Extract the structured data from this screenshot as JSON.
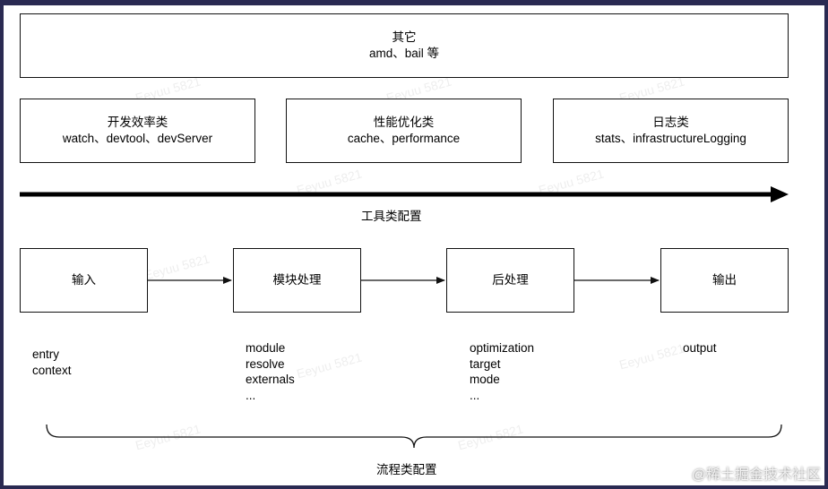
{
  "top_box": {
    "title": "其它",
    "subtitle": "amd、bail 等"
  },
  "tool_boxes": [
    {
      "title": "开发效率类",
      "subtitle": "watch、devtool、devServer"
    },
    {
      "title": "性能优化类",
      "subtitle": "cache、performance"
    },
    {
      "title": "日志类",
      "subtitle": "stats、infrastructureLogging"
    }
  ],
  "tool_axis_label": "工具类配置",
  "flow_boxes": [
    "输入",
    "模块处理",
    "后处理",
    "输出"
  ],
  "flow_lists": [
    [
      "entry",
      "context"
    ],
    [
      "module",
      "resolve",
      "externals",
      "..."
    ],
    [
      "optimization",
      "target",
      "mode",
      "..."
    ],
    [
      "output"
    ]
  ],
  "flow_label": "流程类配置",
  "watermark_text": "Eeyuu 5821",
  "brand": "@稀土掘金技术社区"
}
